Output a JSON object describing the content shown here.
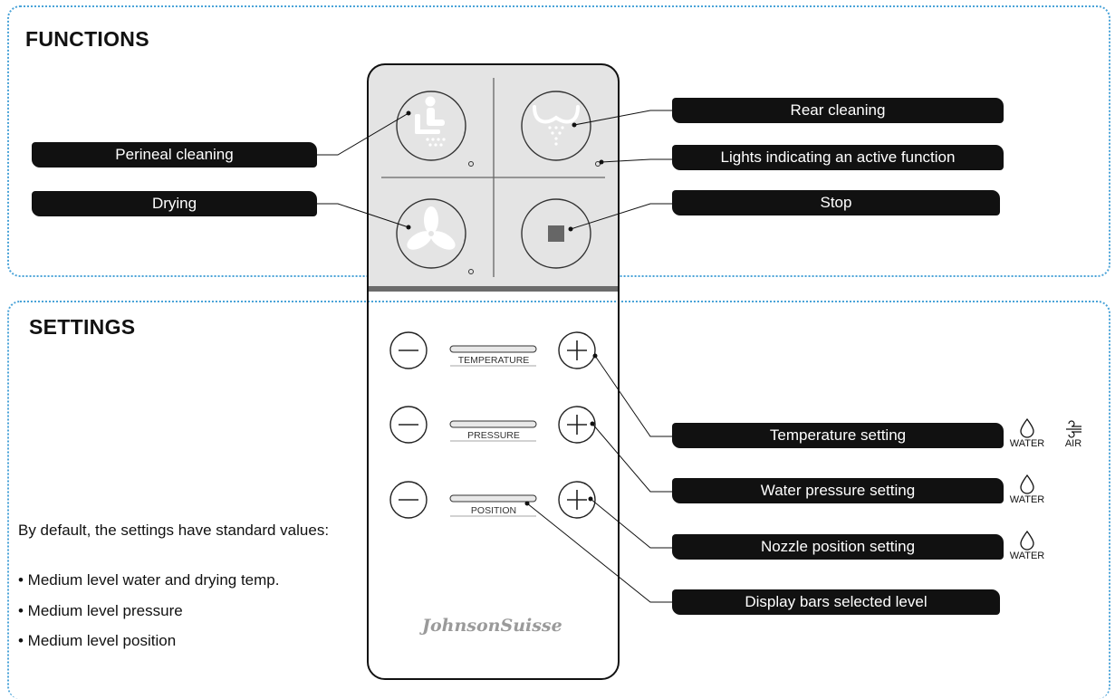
{
  "functions": {
    "title": "FUNCTIONS",
    "labels": {
      "perineal": "Perineal cleaning",
      "rear": "Rear cleaning",
      "lights": "Lights indicating an active function",
      "drying": "Drying",
      "stop": "Stop"
    }
  },
  "settings": {
    "title": "SETTINGS",
    "labels": {
      "temperature": "Temperature setting",
      "pressure": "Water pressure setting",
      "position": "Nozzle position setting",
      "display": "Display bars selected level"
    },
    "remote_bars": {
      "temperature": "TEMPERATURE",
      "pressure": "PRESSURE",
      "position": "POSITION"
    },
    "defaults": {
      "intro": "By default, the settings have standard values:",
      "items": [
        "• Medium level water and drying temp.",
        "• Medium level pressure",
        "• Medium level position"
      ]
    },
    "badges": {
      "water": "WATER",
      "air": "AIR"
    }
  },
  "brand": "JohnsonSuisse",
  "colors": {
    "border": "#4aa3d8",
    "panel_top": "#e4e4e4",
    "label_bg": "#111111",
    "divider": "#6b6b6b"
  }
}
